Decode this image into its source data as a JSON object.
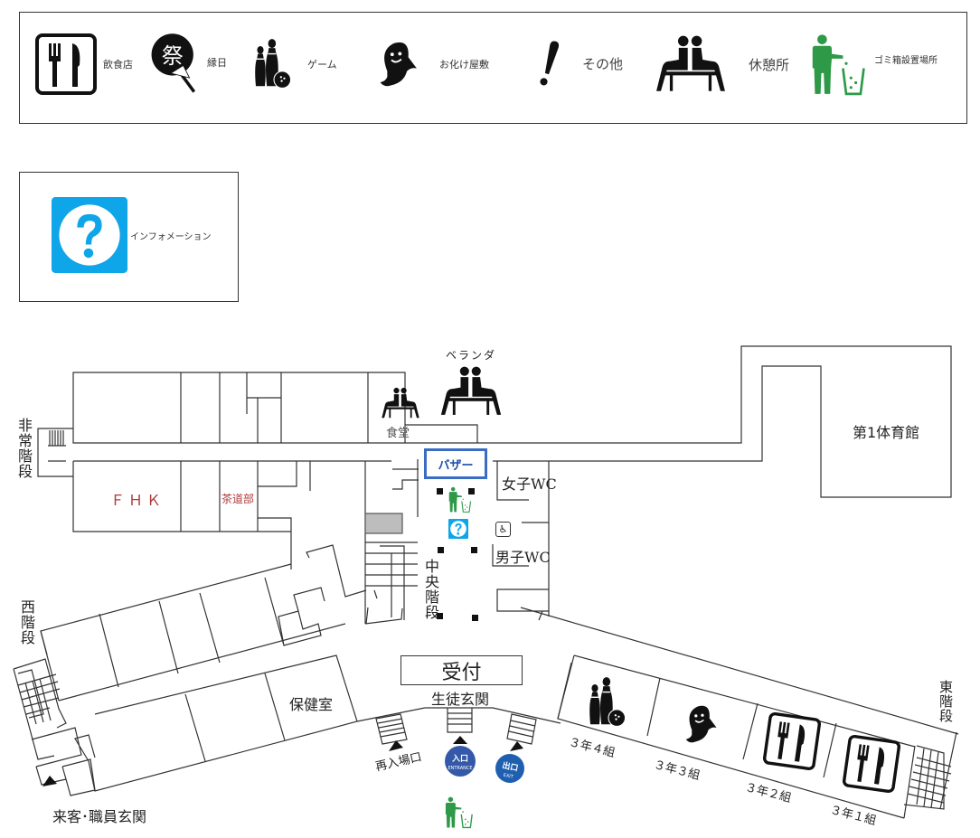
{
  "legend": {
    "items": [
      {
        "icon": "restaurant-icon",
        "label": "飲食店"
      },
      {
        "icon": "festival-fan-icon",
        "label": "縁日",
        "fan_text": "祭"
      },
      {
        "icon": "bowling-icon",
        "label": "ゲーム"
      },
      {
        "icon": "ghost-icon",
        "label": "お化け屋敷"
      },
      {
        "icon": "exclamation-icon",
        "label": "その他"
      },
      {
        "icon": "rest-area-icon",
        "label": "休憩所"
      },
      {
        "icon": "trash-bin-icon",
        "label": "ゴミ箱設置場所"
      }
    ],
    "info": {
      "icon": "information-icon",
      "label": "インフォメーション"
    }
  },
  "map": {
    "emergency_stairs": "非常階段",
    "fhk_room": "ＦＨＫ",
    "tea_club": "茶道部",
    "cafeteria": "食堂",
    "veranda": "ベランダ",
    "bazaar": "バザー",
    "womens_wc": "女子WC",
    "mens_wc": "男子WC",
    "central_stairs": "中央階段",
    "gym": "第1体育館",
    "west_stairs": "西階段",
    "nurse_office": "保健室",
    "reception": "受付",
    "student_entrance": "生徒玄関",
    "reentry": "再入場口",
    "entrance_badge": {
      "jp": "入口",
      "en": "ENTRANCE"
    },
    "exit_badge": {
      "jp": "出口",
      "en": "EXIT"
    },
    "guest_entrance": "来客･職員玄関",
    "east_stairs": "東階段",
    "classes": [
      {
        "label": "３年４組",
        "icon": "bowling-icon"
      },
      {
        "label": "３年３組",
        "icon": "ghost-icon"
      },
      {
        "label": "３年２組",
        "icon": "restaurant-icon"
      },
      {
        "label": "３年１組",
        "icon": "restaurant-icon"
      }
    ]
  },
  "colors": {
    "info_blue": "#0ea5e9",
    "trash_green": "#2e9a48",
    "bazaar_border": "#3b6cc4",
    "bazaar_text": "#1f4fa8",
    "room_label_red": "#b03a3a",
    "badge_blue": "#3559a8",
    "exit_blue": "#1f5fb0"
  }
}
